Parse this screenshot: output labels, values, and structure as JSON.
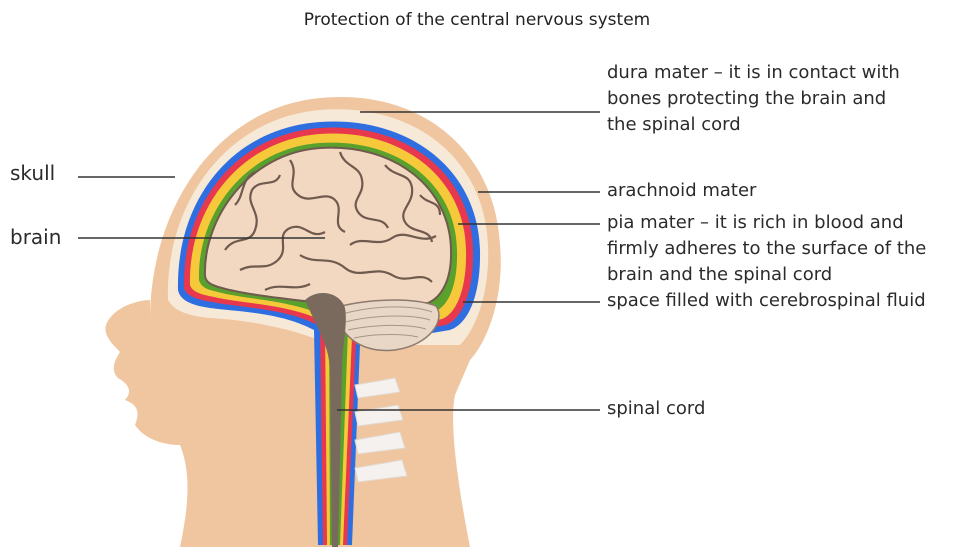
{
  "title": "Protection of the central nervous system",
  "labels": {
    "skull": "skull",
    "brain": "brain",
    "dura_mater": [
      "dura mater – it is in contact with",
      "bones protecting the brain and",
      "the spinal cord"
    ],
    "arachnoid_mater": "arachnoid mater",
    "pia_mater": [
      "pia mater –  it is rich in blood and",
      "firmly adheres to the surface of the",
      "brain and the spinal cord"
    ],
    "csf_space": "space filled with cerebrospinal fluid",
    "spinal_cord": "spinal cord"
  },
  "colors": {
    "skin": "#f0c6a0",
    "skin_dark": "#e2ad84",
    "bone": "#f7e9d7",
    "dura": "#2f6ee0",
    "arachnoid": "#e8384e",
    "csf": "#f5c93a",
    "pia": "#5aa02c",
    "brain": "#f3d8c1",
    "gyri_outline": "#6f5a4e",
    "brainstem": "#7a6a5d",
    "cerebellum": "#e8d6c6",
    "vertebra": "#f4f1ee"
  }
}
